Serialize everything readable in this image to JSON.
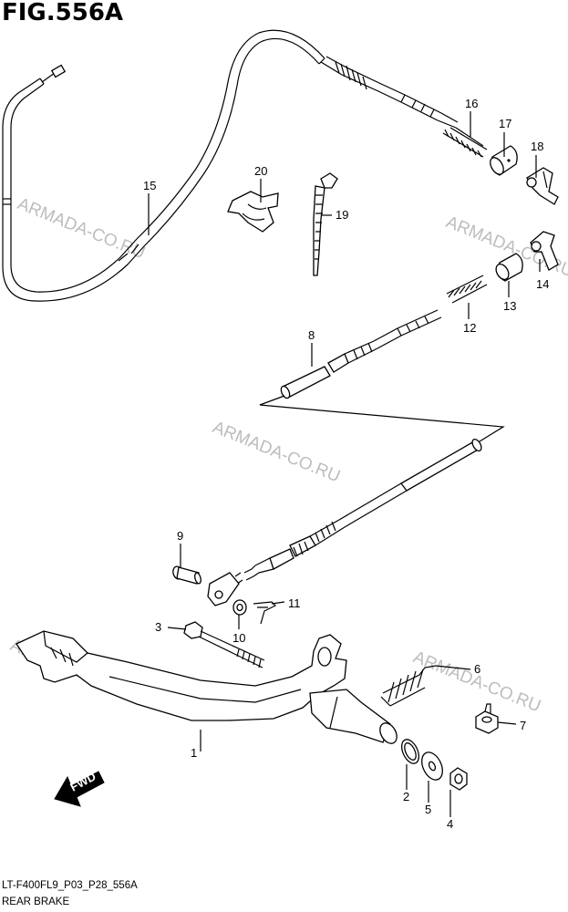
{
  "figure": {
    "title": "FIG.556A",
    "code": "LT-F400FL9_P03_P28_556A",
    "name": "REAR BRAKE"
  },
  "watermark": "ARMADA-CO.RU",
  "fwd_label": "FWD",
  "callouts": [
    {
      "id": "c1",
      "text": "1"
    },
    {
      "id": "c2",
      "text": "2"
    },
    {
      "id": "c3",
      "text": "3"
    },
    {
      "id": "c4",
      "text": "4"
    },
    {
      "id": "c5",
      "text": "5"
    },
    {
      "id": "c6",
      "text": "6"
    },
    {
      "id": "c7",
      "text": "7"
    },
    {
      "id": "c8",
      "text": "8"
    },
    {
      "id": "c9",
      "text": "9"
    },
    {
      "id": "c10",
      "text": "10"
    },
    {
      "id": "c11",
      "text": "11"
    },
    {
      "id": "c12",
      "text": "12"
    },
    {
      "id": "c13",
      "text": "13"
    },
    {
      "id": "c14",
      "text": "14"
    },
    {
      "id": "c15",
      "text": "15"
    },
    {
      "id": "c16",
      "text": "16"
    },
    {
      "id": "c17",
      "text": "17"
    },
    {
      "id": "c18",
      "text": "18"
    },
    {
      "id": "c19",
      "text": "19"
    },
    {
      "id": "c20",
      "text": "20"
    }
  ]
}
